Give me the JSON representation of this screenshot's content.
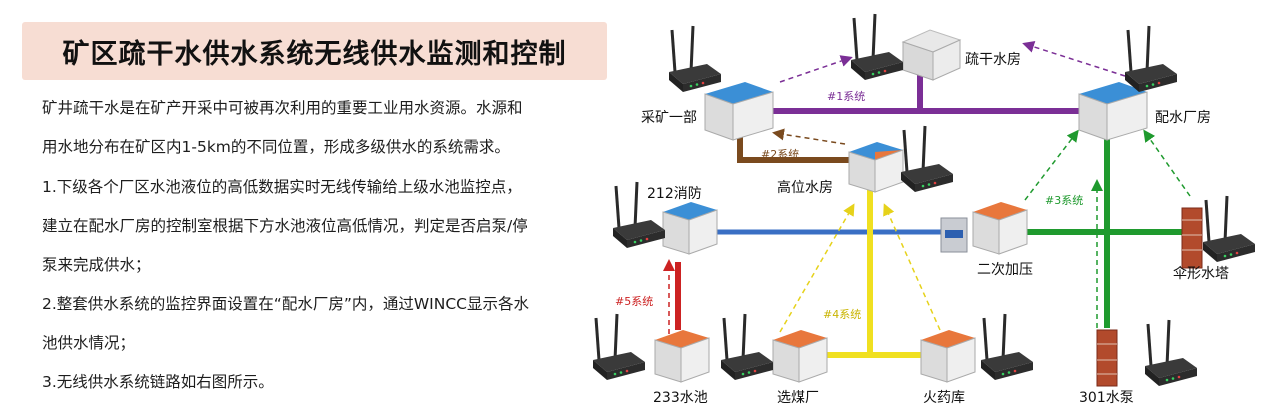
{
  "title": "矿区疏干水供水系统无线供水监测和控制",
  "paragraphs": [
    "矿井疏干水是在矿产开采中可被再次利用的重要工业用水资源。水源和",
    "用水地分布在矿区内1-5km的不同位置，形成多级供水的系统需求。",
    "1.下级各个厂区水池液位的高低数据实时无线传输给上级水池监控点，",
    "建立在配水厂房的控制室根据下方水池液位高低情况，判定是否启泵/停",
    "泵来完成供水；",
    "2.整套供水系统的监控界面设置在“配水厂房”内，通过WINCC显示各水",
    "池供水情况；",
    "3.无线供水系统链路如右图所示。"
  ],
  "nodes": {
    "shugan": "疏干水房",
    "caikuang": "采矿一部",
    "peishui": "配水厂房",
    "gaowei": "高位水房",
    "xiaofang": "212消防",
    "erci": "二次加压",
    "sanxing": "伞形水塔",
    "c233": "233水池",
    "xuanmei": "选煤厂",
    "huoyao": "火药库",
    "s301": "301水泵"
  },
  "systems": {
    "s1": "#1系统",
    "s2": "#2系统",
    "s3": "#3系统",
    "s4": "#4系统",
    "s5": "#5系统"
  },
  "colors": {
    "title_bg": "#f7ddd3",
    "sys1": "#7b2f96",
    "sys2": "#7a4a1e",
    "sys3": "#1f9a2e",
    "sys4": "#f0e020",
    "sys5": "#cc2222",
    "blue_link": "#3a6fc4",
    "roof_blue": "#3b8fd6",
    "roof_orange": "#e8773c"
  }
}
